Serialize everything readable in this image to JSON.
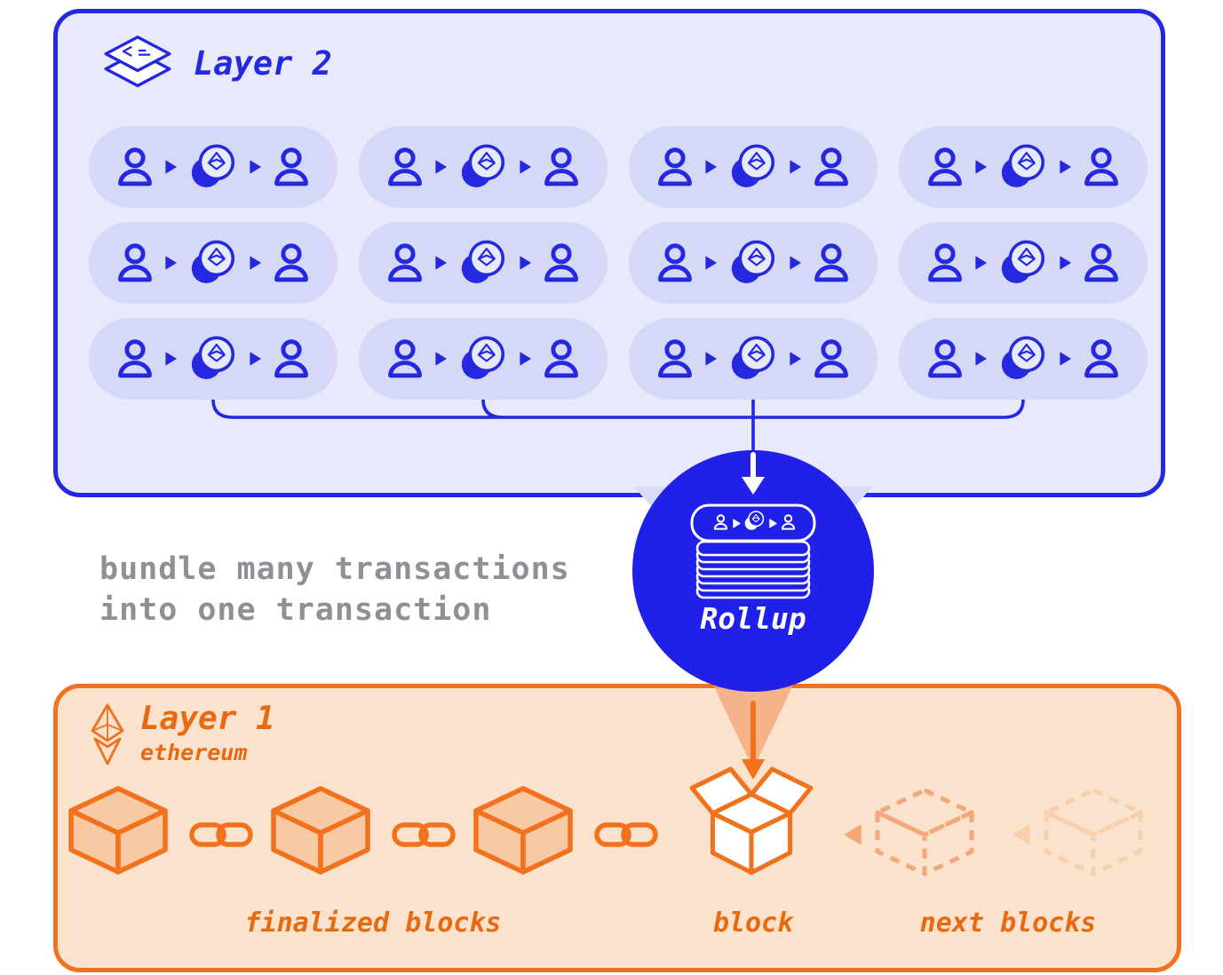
{
  "layer2": {
    "title": "Layer 2",
    "transaction_rows": 3,
    "transactions_per_row": 4
  },
  "caption": {
    "line1": "bundle many transactions",
    "line2": "into one transaction"
  },
  "rollup": {
    "label": "Rollup"
  },
  "layer1": {
    "title": "Layer 1",
    "subtitle": "ethereum",
    "finalized_label": "finalized blocks",
    "block_label": "block",
    "next_label": "next blocks"
  },
  "colors": {
    "blue": "#2428df",
    "blue_deep": "#2020e8",
    "lavender_panel": "#e8e9fc",
    "lavender_pill": "#d5d8f7",
    "lavender_funnel": "#d9dcf8",
    "gray_text": "#8e9095",
    "orange": "#f2711c",
    "orange_text": "#e9690f",
    "peach_panel": "#fbe2cd",
    "peach_cube": "#f8c9a2",
    "faded_orange": "#f2a878",
    "faded_orange2": "#f7cfad"
  }
}
